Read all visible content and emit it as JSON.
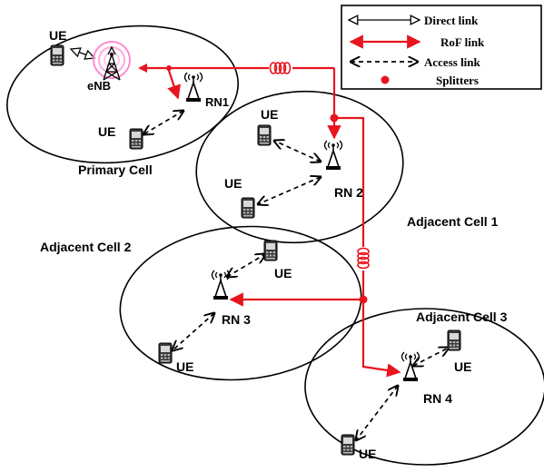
{
  "cells": {
    "primary": "Primary Cell",
    "adjacent_1": "Adjacent Cell 1",
    "adjacent_2": "Adjacent Cell 2",
    "adjacent_3": "Adjacent Cell 3"
  },
  "nodes": {
    "enb": "eNB",
    "rn1": "RN1",
    "rn2": "RN 2",
    "rn3": "RN 3",
    "rn4": "RN 4",
    "ue": "UE"
  },
  "legend": {
    "direct_link": "Direct link",
    "rof_link": "RoF link",
    "access_link": "Access link",
    "splitters": "Splitters"
  },
  "colors": {
    "rof": "#e8141e",
    "outline": "#000000",
    "background": "#ffffff"
  },
  "icons": {
    "ue": "mobile-phone-icon",
    "rn": "relay-antenna-icon",
    "enb": "cell-tower-icon",
    "fiber": "fiber-coil-icon"
  }
}
